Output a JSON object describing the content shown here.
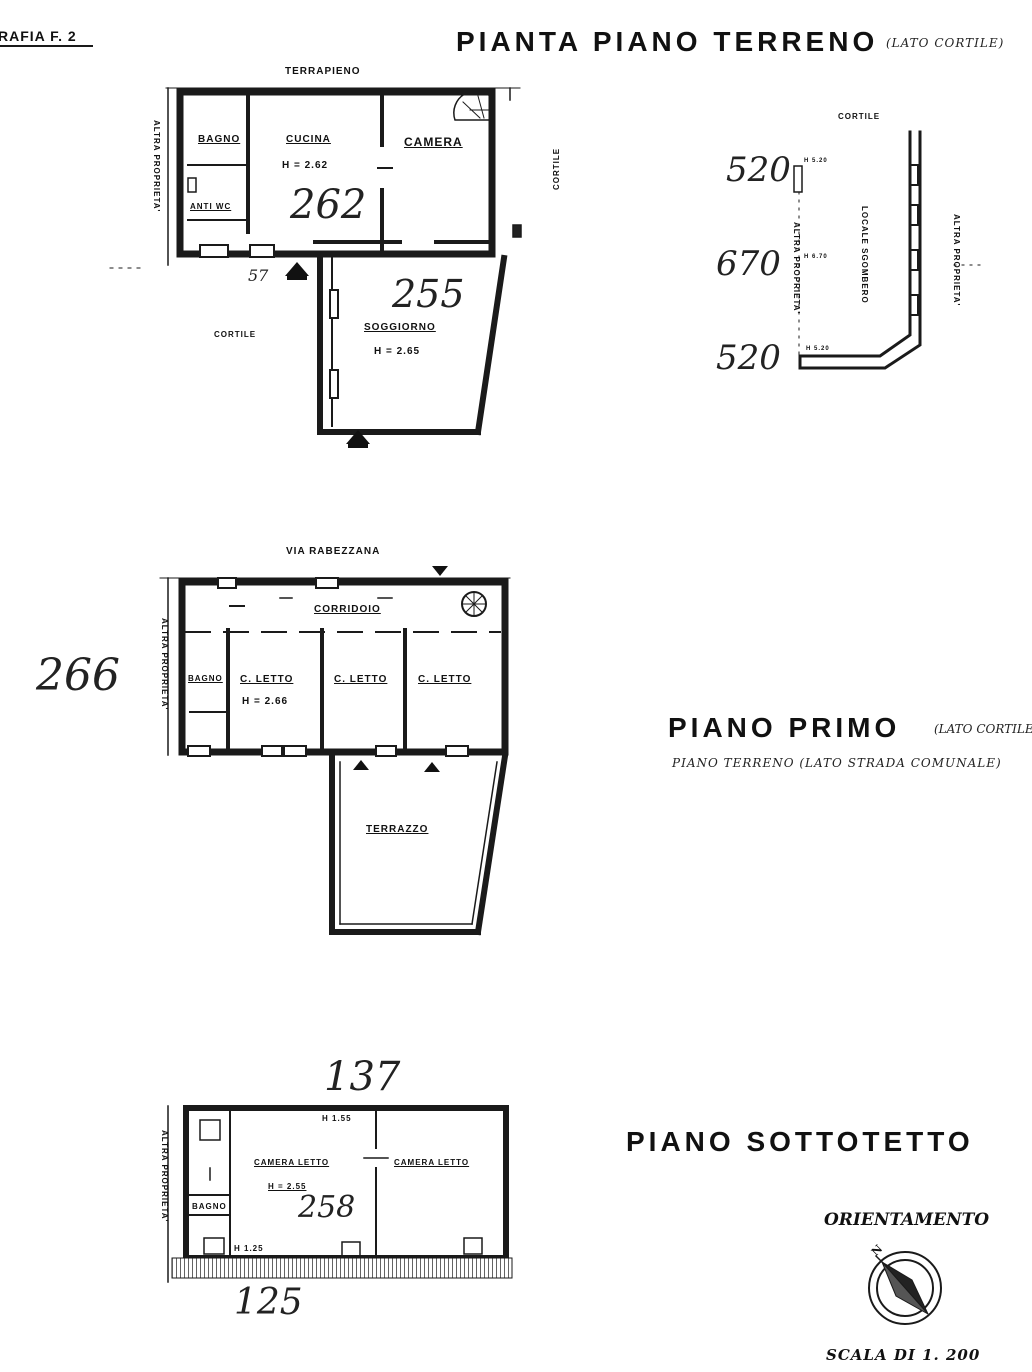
{
  "header": {
    "ref": "RAFIA F. 2",
    "ground_title": "PIANTA PIANO TERRENO",
    "ground_side": "(LATO CORTILE)"
  },
  "ground": {
    "terrapieno": "TERRAPIENO",
    "altra_left": "ALTRA PROPRIETA'",
    "bagno": "BAGNO",
    "antiwc": "ANTI WC",
    "cucina": "CUCINA",
    "cucina_h": "H = 2.62",
    "camera": "CAMERA",
    "cortile_right": "CORTILE",
    "cortile_left": "CORTILE",
    "soggiorno": "SOGGIORNO",
    "soggiorno_h": "H = 2.65",
    "hand_262": "262",
    "hand_57": "57",
    "hand_255": "255"
  },
  "section": {
    "cortile_top": "CORTILE",
    "h1": "H 5.20",
    "h2": "H 6.70",
    "h3": "H 5.20",
    "altra_inner": "ALTRA PROPRIETA'",
    "locale": "LOCALE SGOMBERO",
    "altra_outer": "ALTRA PROPRIETA'",
    "hand_520a": "520",
    "hand_670": "670",
    "hand_520b": "520"
  },
  "first": {
    "street": "VIA RABEZZANA",
    "altra_left": "ALTRA PROPRIETA'",
    "corridoio": "CORRIDOIO",
    "bagno": "BAGNO",
    "letto1": "C. LETTO",
    "letto1_h": "H = 2.66",
    "letto2": "C. LETTO",
    "letto3": "C. LETTO",
    "terrazzo": "TERRAZZO",
    "hand_266": "266",
    "title": "PIANO PRIMO",
    "title_side": "(LATO CORTILE)",
    "subtitle": "PIANO TERRENO (LATO STRADA COMUNALE)"
  },
  "attic": {
    "altra_left": "ALTRA PROPRIETA'",
    "h_top": "H 1.55",
    "camera1": "CAMERA LETTO",
    "camera1_h": "H = 2.55",
    "camera2": "CAMERA LETTO",
    "bagno": "BAGNO",
    "h_bottom": "H 1.25",
    "hand_137": "137",
    "hand_258": "258",
    "hand_125": "125",
    "title": "PIANO SOTTOTETTO"
  },
  "footer": {
    "orientamento": "ORIENTAMENTO",
    "north": "N",
    "scala": "SCALA DI 1. 200"
  },
  "icons": [
    "compass-icon",
    "spiral-stair-icon",
    "entrance-arrow-icon"
  ]
}
